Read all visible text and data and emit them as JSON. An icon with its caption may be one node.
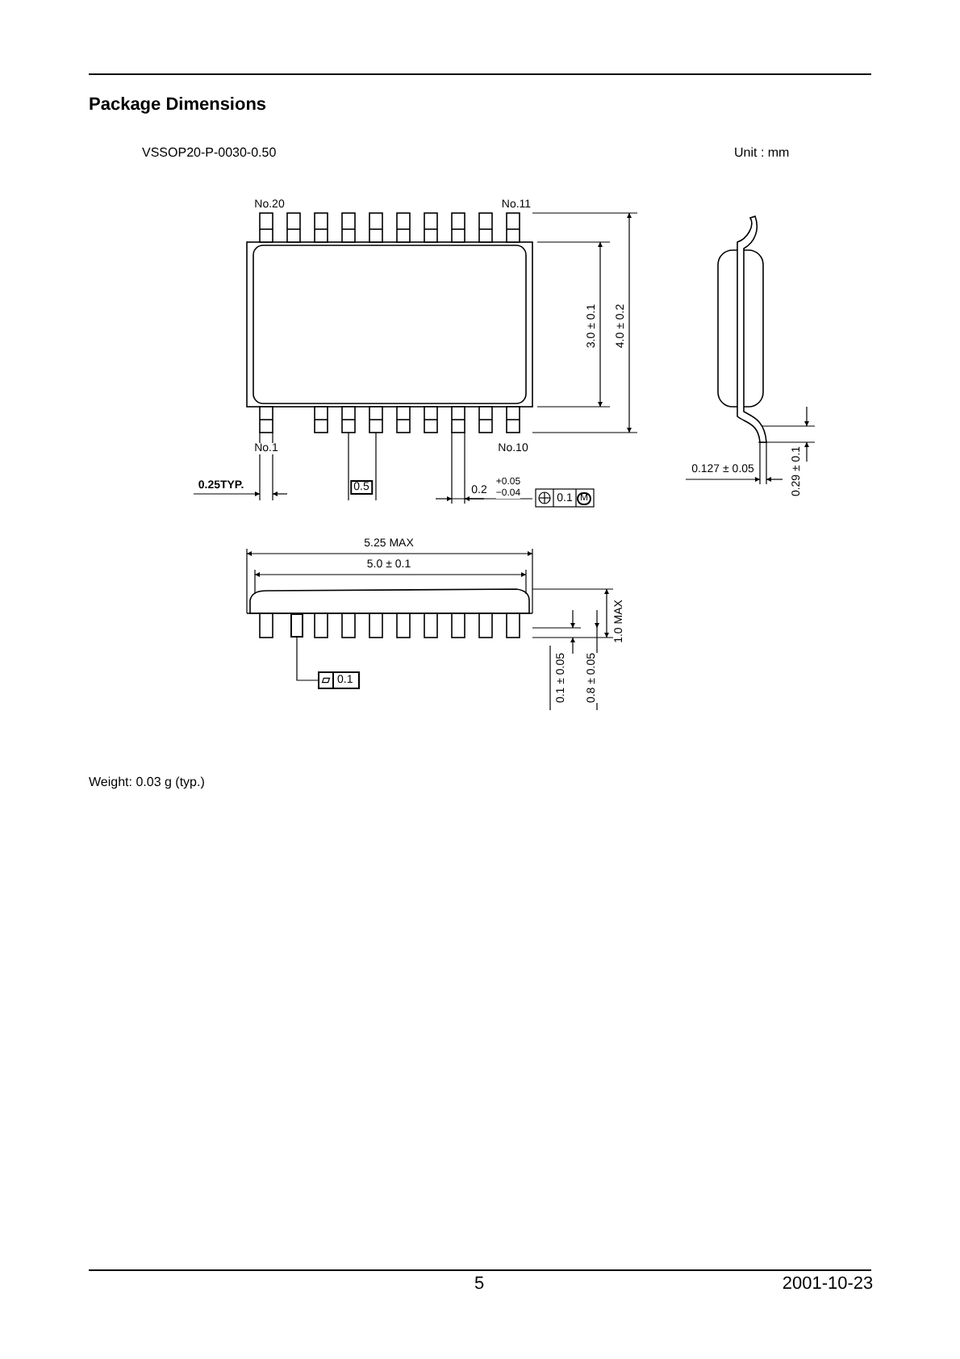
{
  "diagram": {
    "title": "Package Dimensions",
    "nodes": [
      {
        "text": [
          "0.1"
        ]
      },
      {
        "text": [],
        "shape": "bar"
      }
    ],
    "edges": [
      {
        "from": 0,
        "to": 1,
        "arrow": "none"
      }
    ],
    "labels": [
      "VSSOP20-P-0030-0.50",
      "Unit : mm",
      "No.20",
      "No.11",
      "3.0 ± 0.1",
      "4.0 ± 0.2",
      "No.1",
      "No.10",
      "0.25TYP.",
      "0.5",
      "0.2",
      "+0.05",
      "−0.04",
      "0.1",
      "M",
      "0.127 ± 0.05",
      "0.29 ± 0.1",
      "5.25 MAX",
      "5.0 ± 0.1",
      "1.0 MAX",
      "0.1 ± 0.05",
      "0.8 ± 0.05",
      "Weight: 0.03 g (typ.)",
      "5",
      "2001-10-23"
    ]
  }
}
